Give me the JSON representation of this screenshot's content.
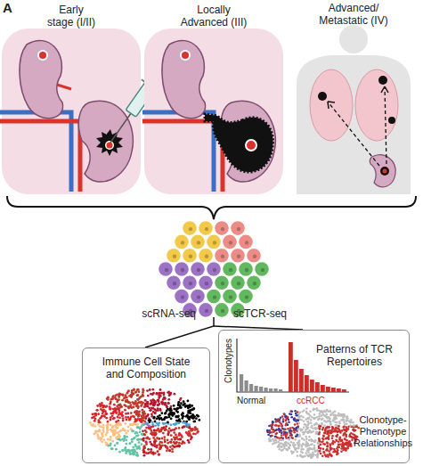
{
  "diagram": {
    "nodes": [
      {
        "text": [
          "Immune Cell State and Composition"
        ]
      },
      {
        "text": [
          "Patterns of TCR Repertoires",
          "Clonotype-Phenotype Relationships"
        ]
      }
    ],
    "labels": [
      "A",
      "Early stage (I/II)",
      "Locally Advanced (III)",
      "Advanced/ Metastatic (IV)",
      "scRNA-seq",
      "scTCR-seq",
      "Clonotypes",
      "Normal",
      "ccRCC"
    ]
  }
}
